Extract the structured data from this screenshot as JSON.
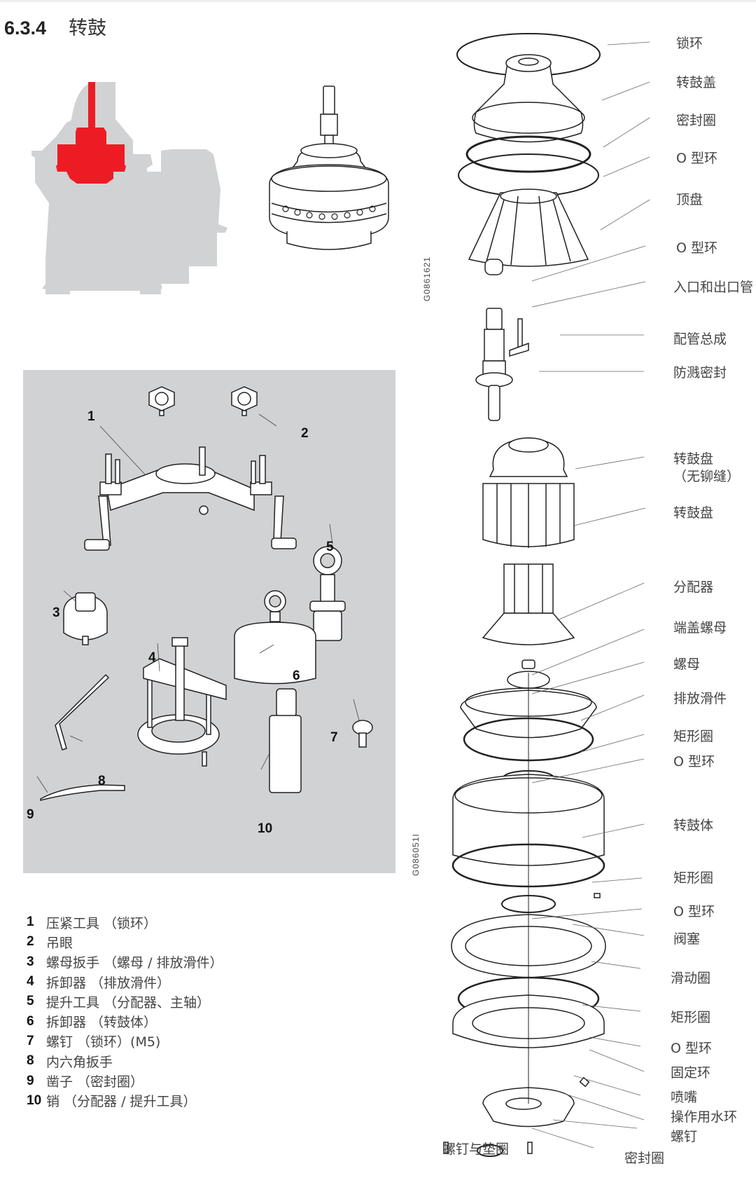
{
  "heading": {
    "number": "6.3.4",
    "title": "转鼓"
  },
  "colors": {
    "highlight": "#ed1c24",
    "silhouette": "#d1d2d4",
    "panel": "#d1d2d4",
    "line": "#222222"
  },
  "figure_ids": {
    "exploded_top": "G0861621",
    "exploded_bottom": "G086051I"
  },
  "callouts": [
    "锁环",
    "转鼓盖",
    "密封圈",
    "O 型环",
    "顶盘",
    "O 型环",
    "入口和出口管",
    "配管总成",
    "防溅密封",
    "转鼓盘",
    "（无铆缝）",
    "转鼓盘",
    "分配器",
    "端盖螺母",
    "螺母",
    "排放滑件",
    "矩形圈",
    "O 型环",
    "转鼓体",
    "矩形圈",
    "O 型环",
    "阀塞",
    "滑动圈",
    "矩形圈",
    "O 型环",
    "固定环",
    "喷嘴",
    "操作用水环",
    "螺钉",
    "螺钉与垫圈",
    "密封圈"
  ],
  "tool_numbers": [
    "1",
    "2",
    "3",
    "4",
    "5",
    "6",
    "7",
    "8",
    "9",
    "10"
  ],
  "legend": [
    {
      "num": "1",
      "text": "压紧工具 （锁环）"
    },
    {
      "num": "2",
      "text": "吊眼"
    },
    {
      "num": "3",
      "text": "螺母扳手 （螺母 / 排放滑件）"
    },
    {
      "num": "4",
      "text": "拆卸器 （排放滑件）"
    },
    {
      "num": "5",
      "text": "提升工具 （分配器、主轴）"
    },
    {
      "num": "6",
      "text": "拆卸器 （转鼓体）"
    },
    {
      "num": "7",
      "text": "螺钉 （锁环）(M5)"
    },
    {
      "num": "8",
      "text": "内六角扳手"
    },
    {
      "num": "9",
      "text": " 凿子 （密封圈）"
    },
    {
      "num": "10",
      "text": "销 （分配器 / 提升工具）"
    }
  ]
}
